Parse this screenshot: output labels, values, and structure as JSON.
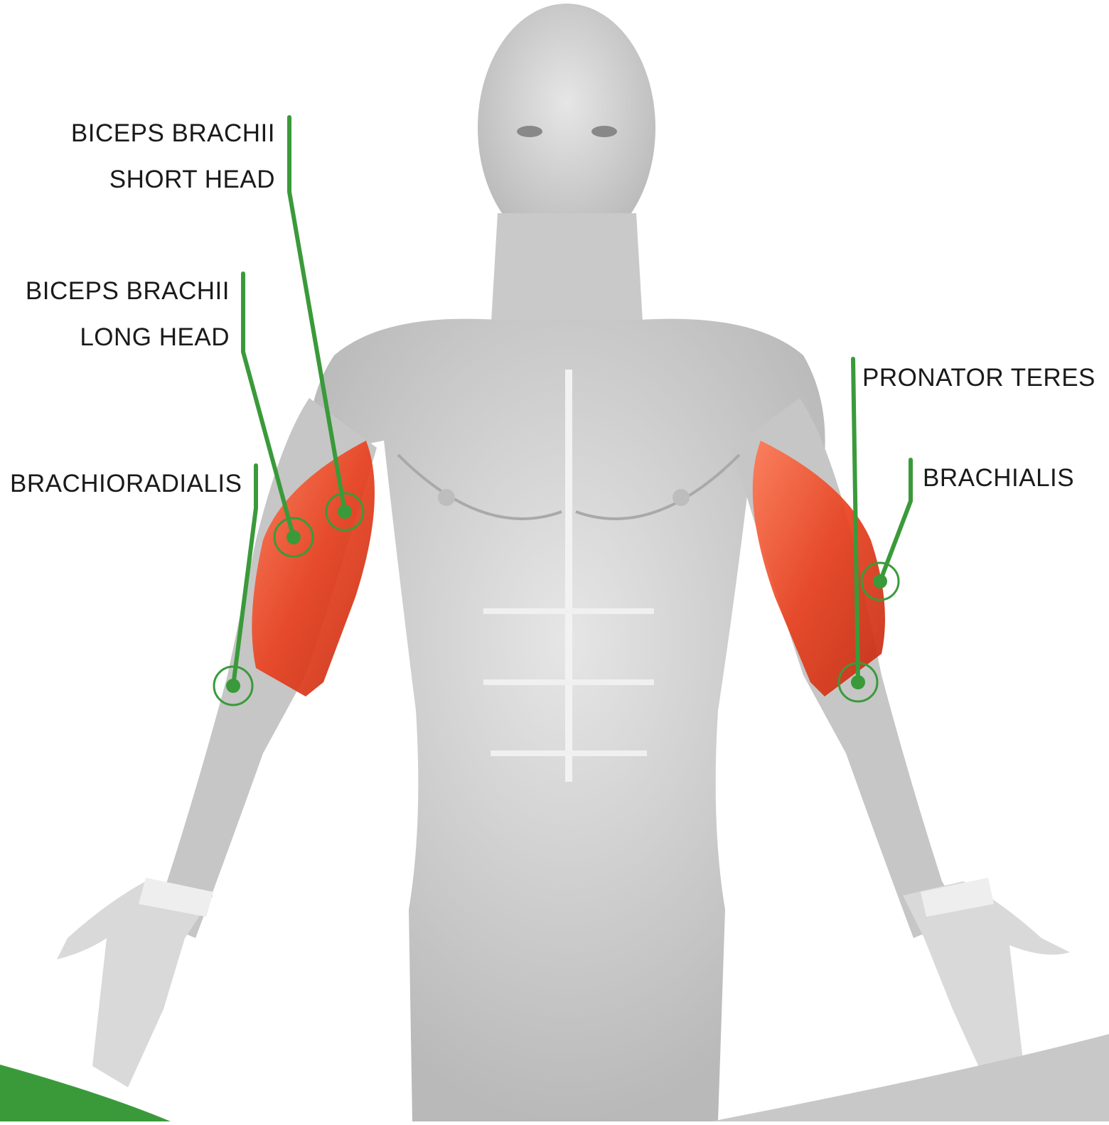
{
  "labels": {
    "biceps_short_line1": "BICEPS BRACHII",
    "biceps_short_line2": "SHORT HEAD",
    "biceps_long_line1": "BICEPS BRACHII",
    "biceps_long_line2": "LONG HEAD",
    "brachioradialis": "BRACHIORADIALIS",
    "pronator_teres": "PRONATOR TERES",
    "brachialis": "BRACHIALIS"
  },
  "colors": {
    "leader_line": "#3a9a3a",
    "muscle_highlight": "#e8401e",
    "body_gray": "#cfcfcf",
    "corner_green": "#3a9a3a",
    "corner_gray": "#c8c8c8"
  }
}
